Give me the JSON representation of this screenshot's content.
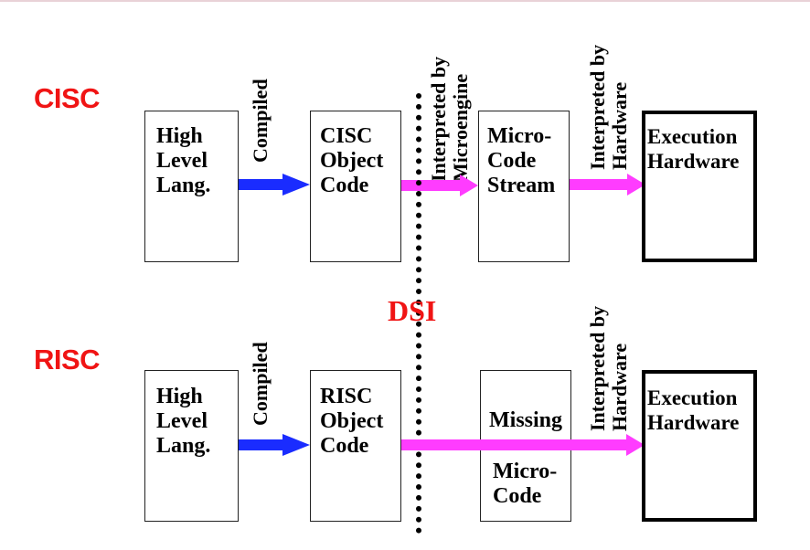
{
  "rows": {
    "cisc": {
      "label": "CISC",
      "box1": "High\nLevel\nLang.",
      "arrow1": "Compiled",
      "box2": "CISC\nObject\nCode",
      "arrow2": "Interpreted by\nMicroengine",
      "box3": "Micro-\nCode\nStream",
      "arrow3": "Interpreted by\nHardware",
      "box4": "Execution\nHardware"
    },
    "risc": {
      "label": "RISC",
      "box1": "High\nLevel\nLang.",
      "arrow1": "Compiled",
      "box2": "RISC\nObject\nCode",
      "box3_top": "Missing",
      "box3_bottom": "Micro-\nCode",
      "arrow3": "Interpreted by\nHardware",
      "box4": "Execution\nHardware"
    }
  },
  "dsi_label": "DSI",
  "colors": {
    "label_red": "#f01414",
    "compiled_arrow": "#1a2cff",
    "interpret_arrow": "#ff3cff"
  }
}
